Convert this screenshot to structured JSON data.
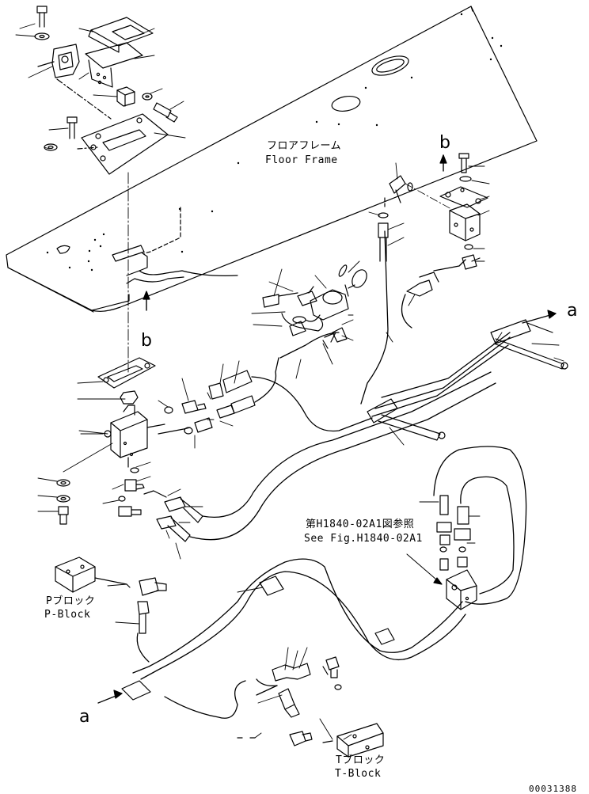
{
  "labels": {
    "floor_frame_jp": "フロアフレーム",
    "floor_frame_en": "Floor Frame",
    "see_fig_jp": "第H1840-02A1図参照",
    "see_fig_en": "See Fig.H1840-02A1",
    "p_block_jp": "Pブロック",
    "p_block_en": "P-Block",
    "t_block_jp": "Tブロック",
    "t_block_en": "T-Block",
    "ref_a_top": "a",
    "ref_a_bottom": "a",
    "ref_b_top": "b",
    "ref_b_mid": "b",
    "drawing_code": "00031388"
  }
}
